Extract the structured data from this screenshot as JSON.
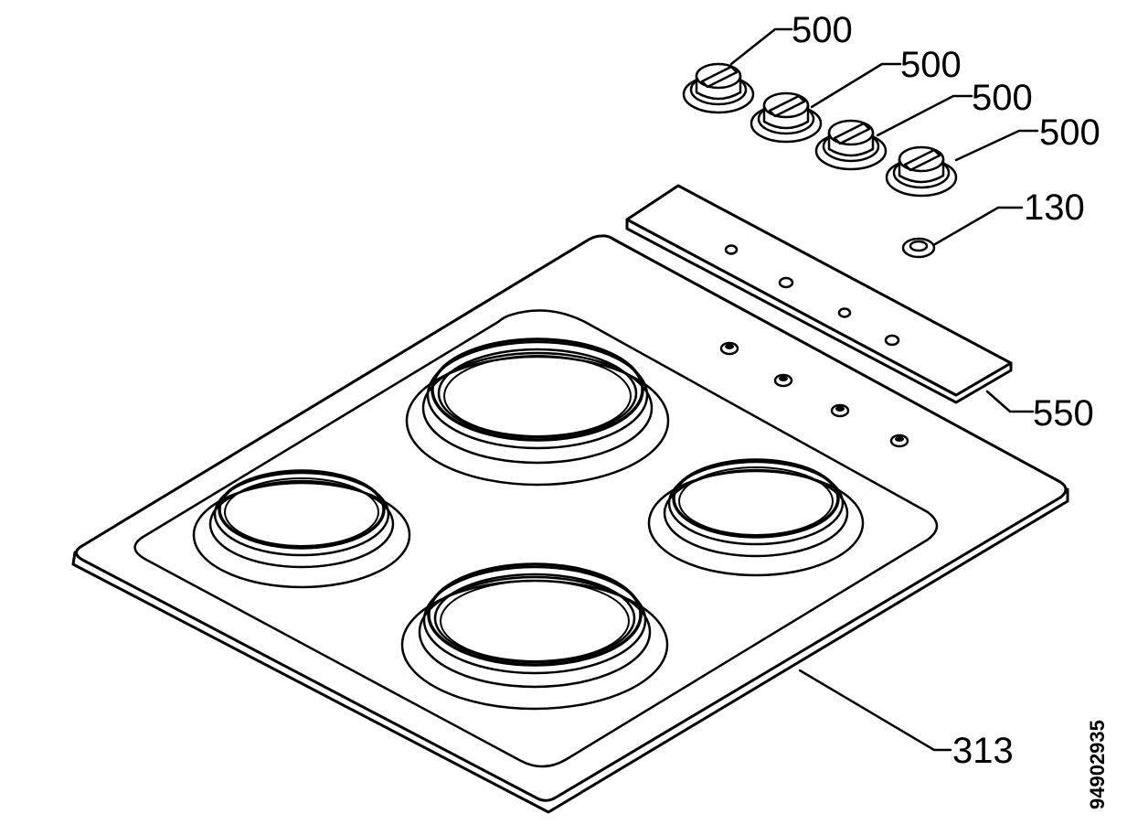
{
  "diagram": {
    "callouts": [
      {
        "id": "knob-1",
        "label": "500"
      },
      {
        "id": "knob-2",
        "label": "500"
      },
      {
        "id": "knob-3",
        "label": "500"
      },
      {
        "id": "knob-4",
        "label": "500"
      },
      {
        "id": "indicator-light",
        "label": "130"
      },
      {
        "id": "control-panel",
        "label": "550"
      },
      {
        "id": "hob-top",
        "label": "313"
      }
    ],
    "drawing_number": "94902935"
  }
}
